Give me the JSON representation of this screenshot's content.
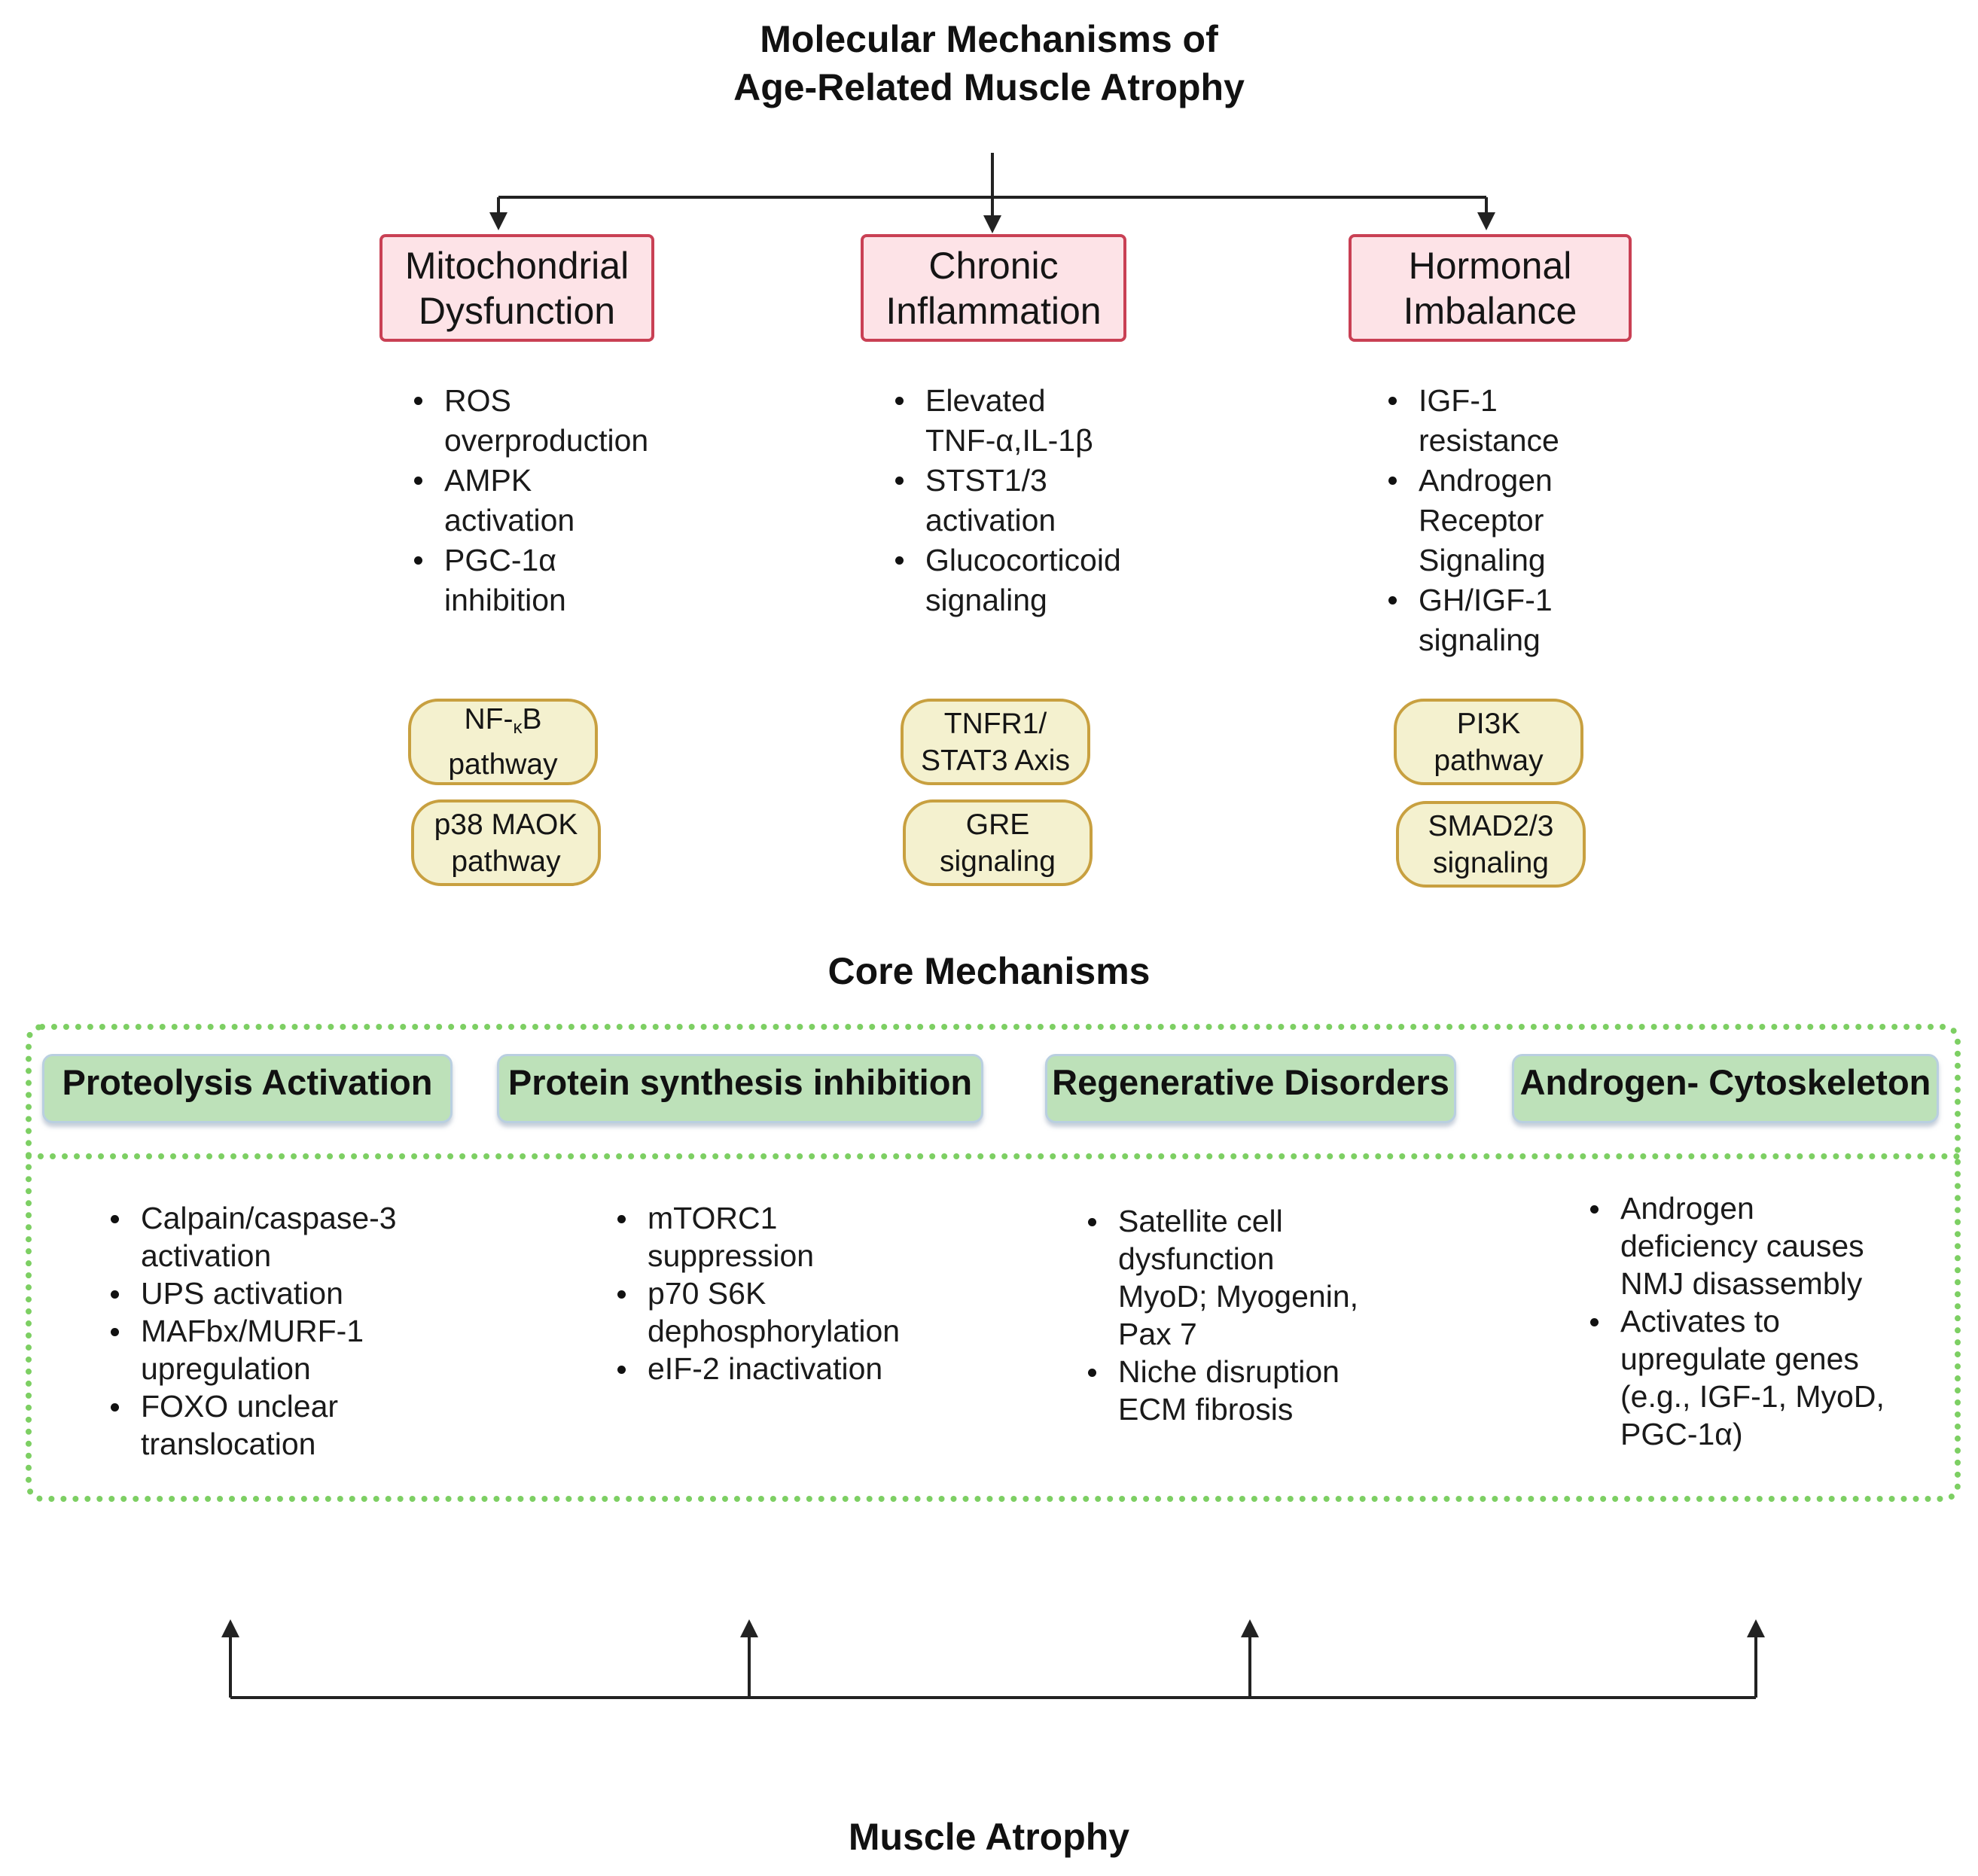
{
  "title": {
    "line1": "Molecular Mechanisms of",
    "line2": "Age-Related Muscle Atrophy"
  },
  "categories": [
    {
      "label": "Mitochondrial\nDysfunction",
      "bullets": [
        "ROS\noverproduction",
        "AMPK\nactivation",
        "PGC-1α\ninhibition"
      ],
      "pathways": [
        {
          "text": "NF-",
          "sub": "κ",
          "after": "B\npathway"
        },
        {
          "text": "p38 MAOK\npathway"
        }
      ]
    },
    {
      "label": "Chronic\nInflammation",
      "bullets": [
        "Elevated\nTNF-α,IL-1β",
        "STST1/3\nactivation",
        "Glucocorticoid\nsignaling"
      ],
      "pathways": [
        {
          "text": "TNFR1/\nSTAT3 Axis"
        },
        {
          "text": "GRE\nsignaling"
        }
      ]
    },
    {
      "label": "Hormonal\nImbalance",
      "bullets": [
        "IGF-1\nresistance",
        "Androgen\nReceptor\nSignaling",
        "GH/IGF-1\nsignaling"
      ],
      "pathways": [
        {
          "text": "PI3K\npathway"
        },
        {
          "text": "SMAD2/3\nsignaling"
        }
      ]
    }
  ],
  "core": {
    "title": "Core Mechanisms",
    "headers": [
      "Proteolysis Activation",
      "Protein synthesis inhibition",
      "Regenerative Disorders",
      "Androgen- Cytoskeleton"
    ],
    "columns": [
      [
        "Calpain/caspase-3\nactivation",
        "UPS activation",
        "MAFbx/MURF-1\nupregulation",
        "FOXO unclear\ntranslocation"
      ],
      [
        "mTORC1\nsuppression",
        "p70 S6K\ndephosphorylation",
        "eIF-2 inactivation"
      ],
      [
        "Satellite cell\ndysfunction\nMyoD; Myogenin,\nPax 7",
        "Niche disruption\nECM fibrosis"
      ],
      [
        "Androgen\ndeficiency causes\nNMJ disassembly",
        "Activates to\nupregulate genes\n(e.g., IGF-1, MyoD,\nPGC-1α)"
      ]
    ]
  },
  "bottom": {
    "label": "Muscle Atrophy"
  },
  "colors": {
    "category_fill": "#fde3e7",
    "category_border": "#c94054",
    "pathway_fill": "#f4f1cf",
    "pathway_border": "#c8a040",
    "core_header_fill": "#bde1b9",
    "core_border": "#7dcf63"
  }
}
